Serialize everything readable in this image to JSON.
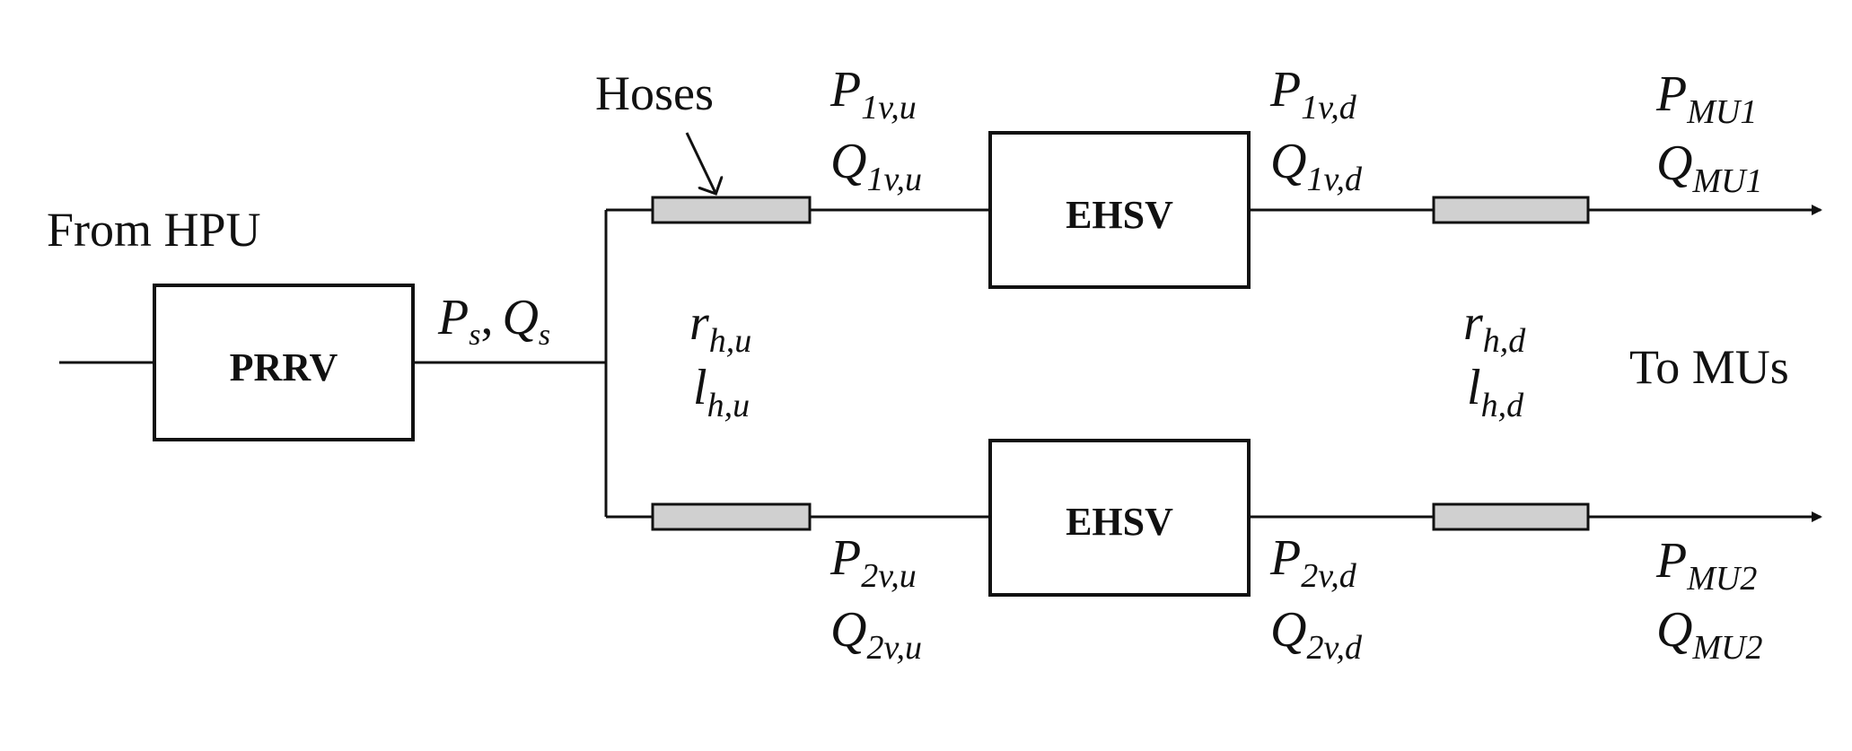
{
  "colors": {
    "line": "#111111",
    "hose_fill": "#d0d0d0",
    "background": "#ffffff"
  },
  "labels": {
    "from_hpu": "From HPU",
    "to_mus": "To MUs",
    "hoses": "Hoses"
  },
  "blocks": {
    "prrv": "PRRV",
    "ehsv_top": "EHSV",
    "ehsv_bottom": "EHSV"
  },
  "supply": {
    "p": "P",
    "p_sub": "s",
    "sep": ",",
    "q": "Q",
    "q_sub": "s"
  },
  "upstream_hose_params": {
    "r": "r",
    "r_sub": "h,u",
    "l": "l",
    "l_sub": "h,u"
  },
  "downstream_hose_params": {
    "r": "r",
    "r_sub": "h,d",
    "l": "l",
    "l_sub": "h,d"
  },
  "top_branch": {
    "up_p": "P",
    "up_p_sub": "1v,u",
    "up_q": "Q",
    "up_q_sub": "1v,u",
    "down_p": "P",
    "down_p_sub": "1v,d",
    "down_q": "Q",
    "down_q_sub": "1v,d",
    "mu_p": "P",
    "mu_p_sub": "MU1",
    "mu_q": "Q",
    "mu_q_sub": "MU1"
  },
  "bottom_branch": {
    "up_p": "P",
    "up_p_sub": "2v,u",
    "up_q": "Q",
    "up_q_sub": "2v,u",
    "down_p": "P",
    "down_p_sub": "2v,d",
    "down_q": "Q",
    "down_q_sub": "2v,d",
    "mu_p": "P",
    "mu_p_sub": "MU2",
    "mu_q": "Q",
    "mu_q_sub": "MU2"
  }
}
